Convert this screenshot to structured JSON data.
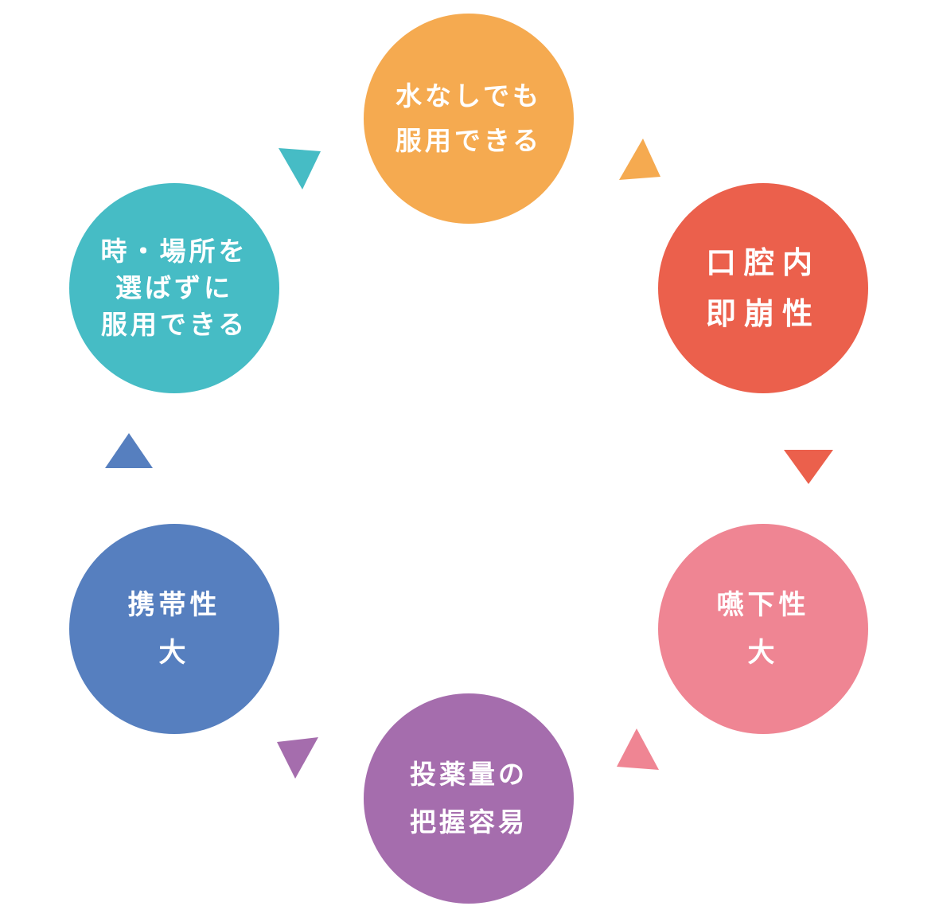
{
  "nodes": [
    {
      "id": "water-free",
      "lines": [
        "水なしでも",
        "服用できる"
      ],
      "color": "#F5AA50"
    },
    {
      "id": "orally-disintegrating",
      "lines": [
        "口腔内",
        "即崩性"
      ],
      "color": "#EB604C"
    },
    {
      "id": "swallowability",
      "lines": [
        "嚥下性",
        "大"
      ],
      "color": "#EF8593"
    },
    {
      "id": "dose-recognition",
      "lines": [
        "投薬量の",
        "把握容易"
      ],
      "color": "#A56DAD"
    },
    {
      "id": "portability",
      "lines": [
        "携帯性",
        "大"
      ],
      "color": "#567FBF"
    },
    {
      "id": "anywhere-anytime",
      "lines": [
        "時・場所を",
        "選ばずに",
        "服用できる"
      ],
      "color": "#46BCC5"
    }
  ]
}
